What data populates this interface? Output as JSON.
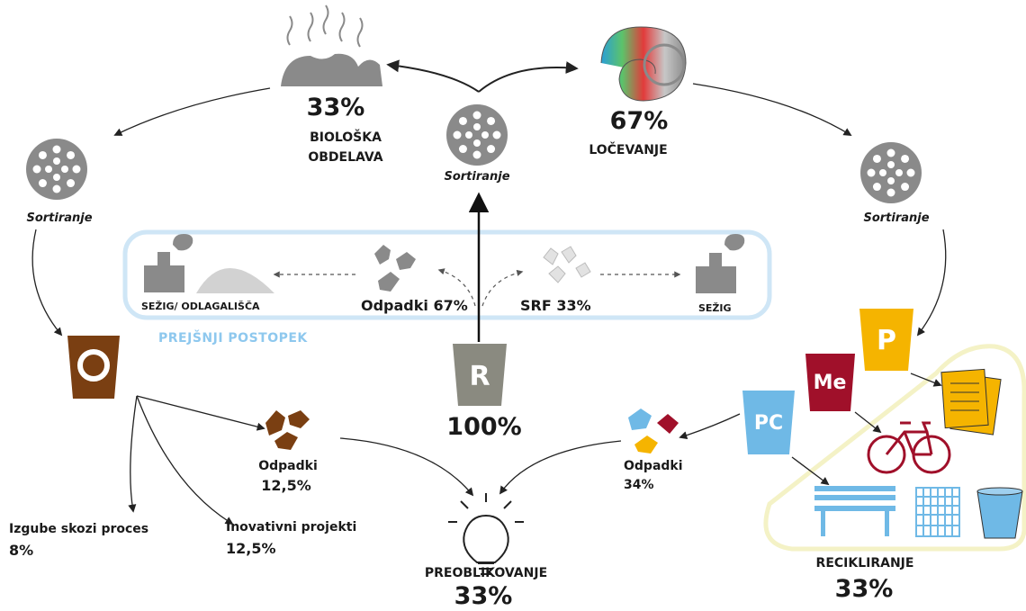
{
  "stages": {
    "biological": {
      "percent": "33%",
      "line1": "BIOLOŠKA",
      "line2": "OBDELAVA"
    },
    "separation": {
      "percent": "67%",
      "label": "LOČEVANJE"
    },
    "source": {
      "bin_letter": "R",
      "percent": "100%"
    },
    "reshaping": {
      "label": "PREOBLIKOVANJE",
      "percent": "33%"
    },
    "recycling": {
      "label": "RECIKLIRANJE",
      "percent": "33%"
    }
  },
  "sorting": {
    "label": "Sortiranje"
  },
  "previous_process": {
    "title": "PREJŠNJI POSTOPEK",
    "waste_label": "Odpadki 67%",
    "srf_label": "SRF 33%",
    "incineration_landfill": "SEŽIG/ ODLAGALIŠČA",
    "incineration": "SEŽIG"
  },
  "organic": {
    "bin_letter": "O",
    "waste_label": "Odpadki",
    "waste_percent": "12,5%",
    "losses_label": "Izgube skozi proces",
    "losses_percent": "8%",
    "innovative_label": "Inovativni projekti",
    "innovative_percent": "12,5%"
  },
  "recyclables": {
    "paper_letter": "P",
    "metal_letter": "Me",
    "plastic_letter": "PC",
    "waste_label": "Odpadki",
    "waste_percent": "34%"
  },
  "colors": {
    "organic": "#7a3f12",
    "residual": "#8a8a80",
    "paper": "#f5b400",
    "metal": "#a0102a",
    "plastic": "#6fb9e6",
    "previous_frame": "#cfe6f6",
    "recycling_frame": "#f4f2c6",
    "grey_icon": "#8a8a8a"
  }
}
